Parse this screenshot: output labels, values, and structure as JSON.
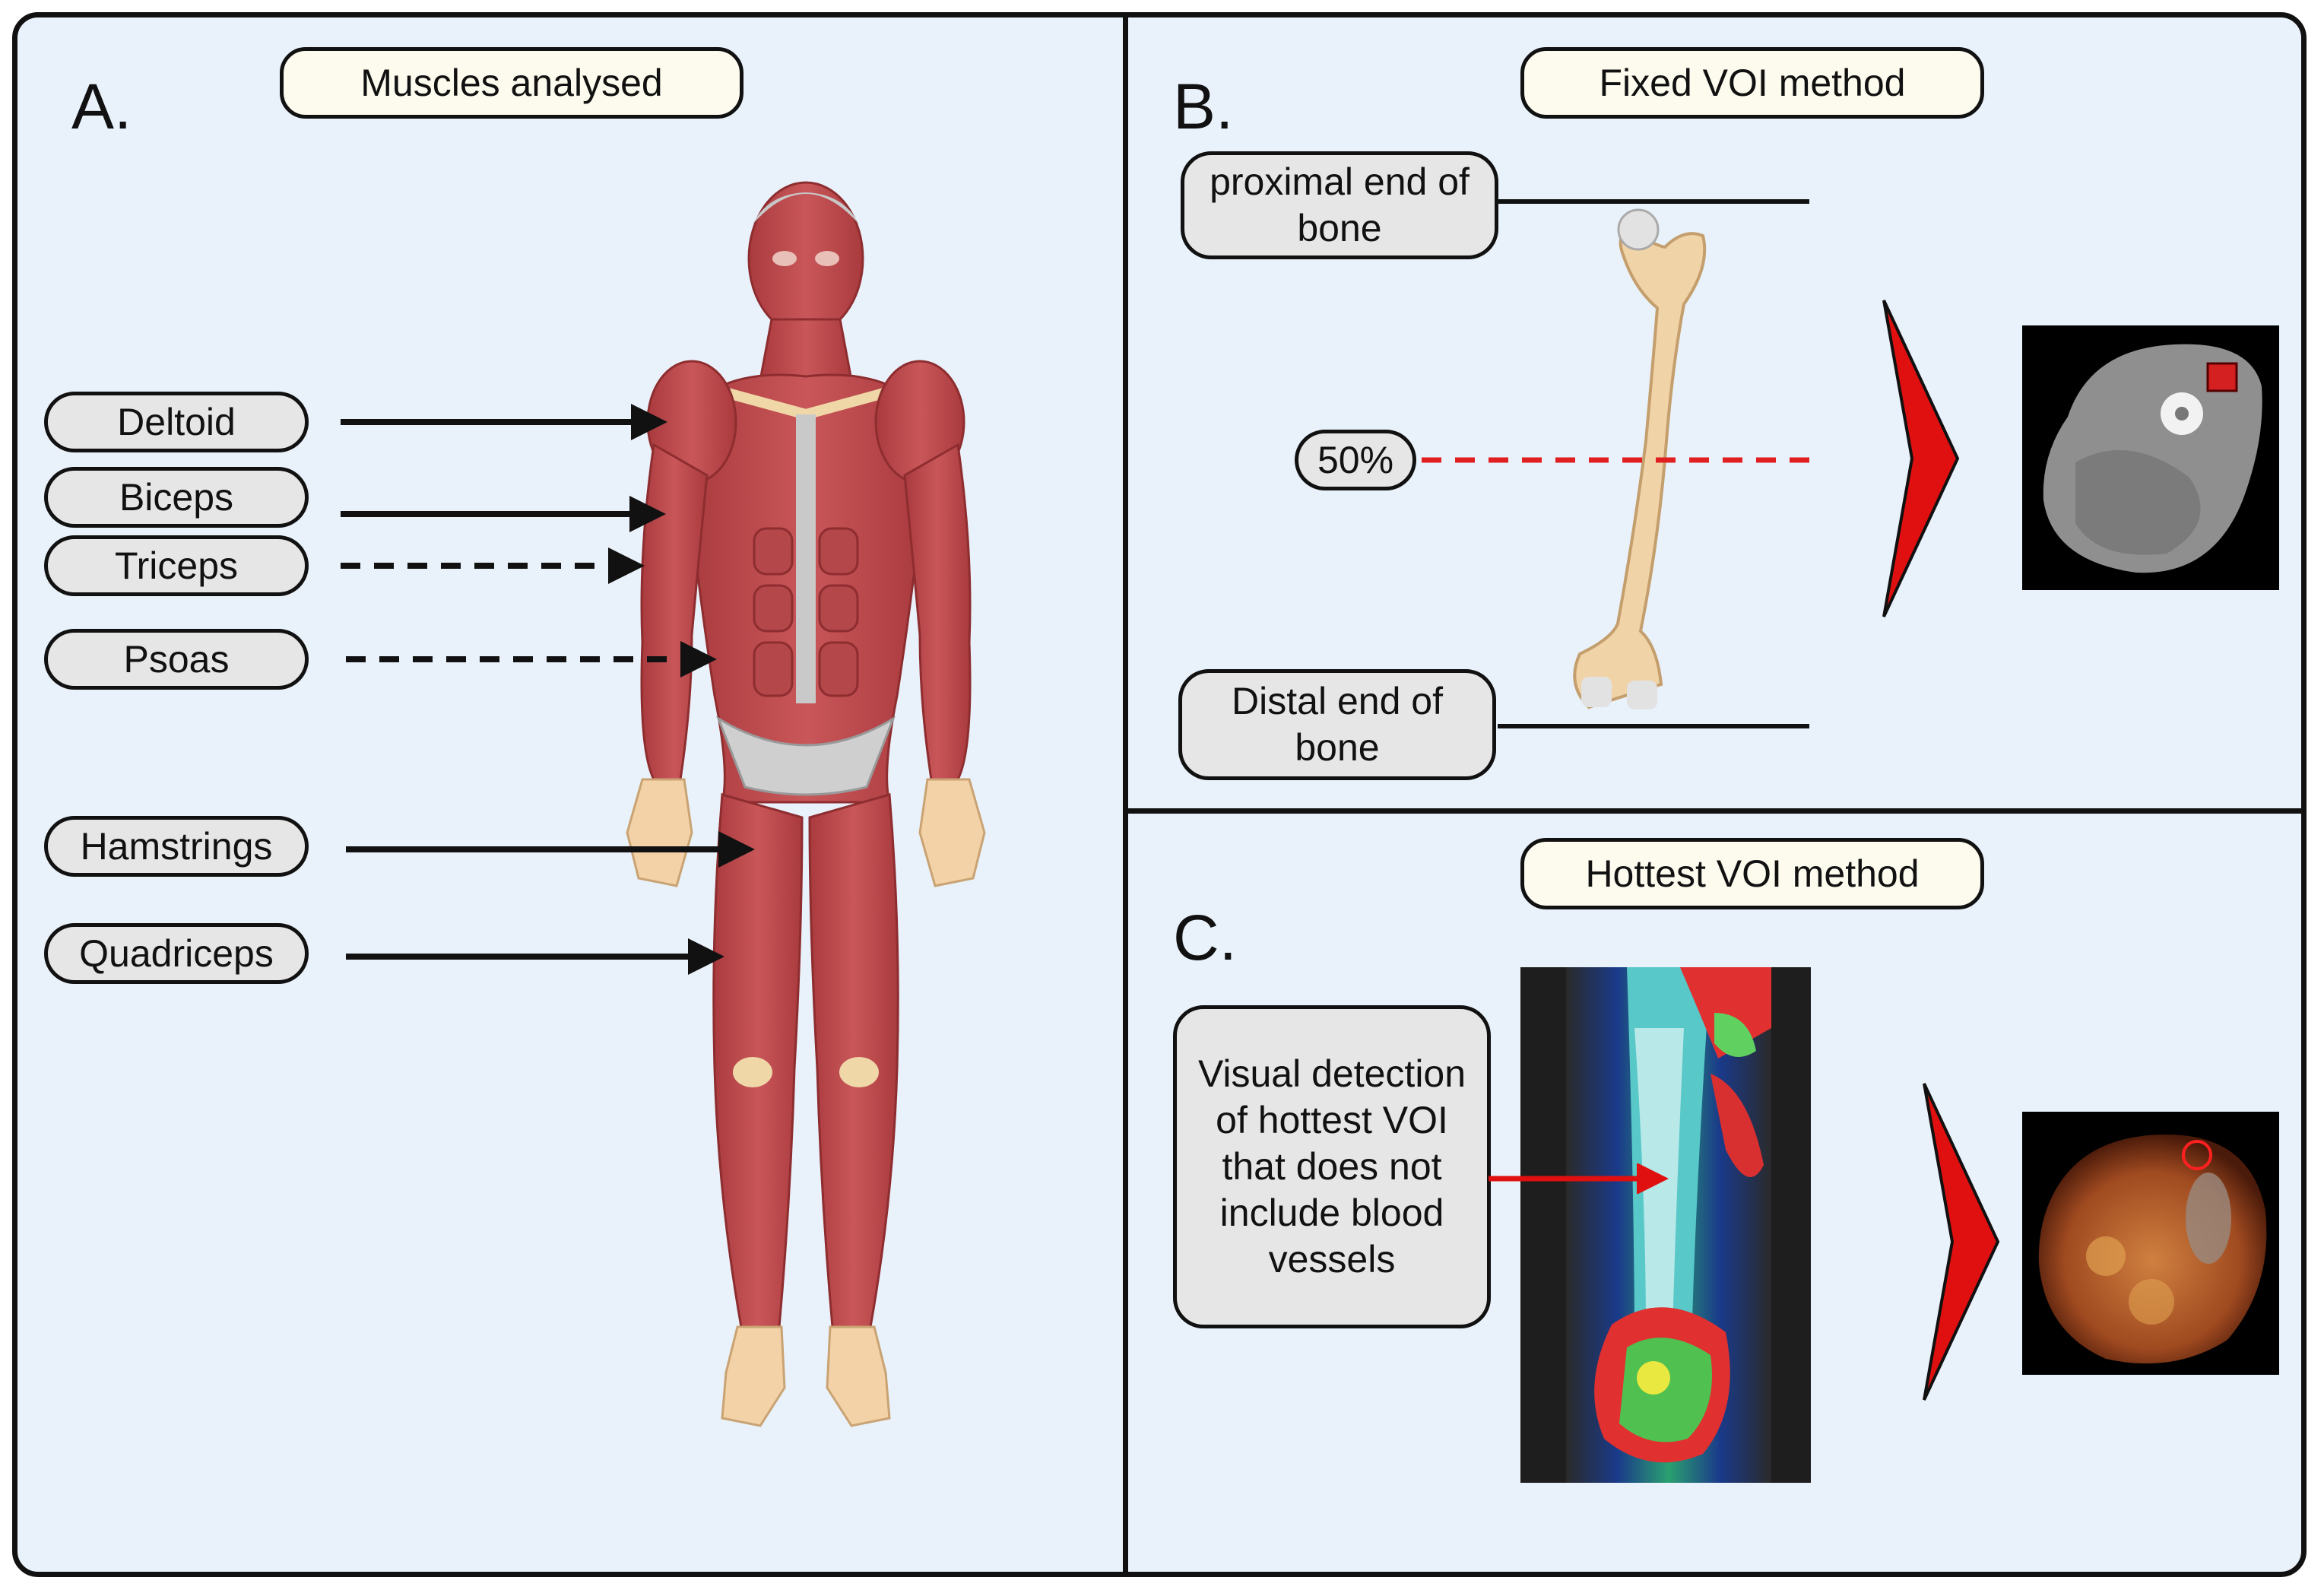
{
  "panel_a": {
    "letter": "A.",
    "title": "Muscles analysed",
    "labels": [
      "Deltoid",
      "Biceps",
      "Triceps",
      "Psoas",
      "Hamstrings",
      "Quadriceps"
    ]
  },
  "panel_b": {
    "letter": "B.",
    "title": "Fixed VOI method",
    "proximal_label": "proximal end of bone",
    "midpoint_label": "50%",
    "distal_label": "Distal end of bone"
  },
  "panel_c": {
    "letter": "C.",
    "title": "Hottest VOI method",
    "description": "Visual detection of hottest VOI that does not include blood vessels"
  },
  "colors": {
    "panel_background": "#e9f2fb",
    "title_pill": "#fdfaee",
    "label_pill": "#e6e6e6",
    "muscle": "#c0484a",
    "bone": "#f1d3a8",
    "midline": "#e02020",
    "chevron": "#e01010"
  },
  "icons": [
    "human-muscle-figure",
    "femur-bone-illustration",
    "ct-cross-section-image",
    "pet-ct-coronal-image",
    "pet-cross-section-image",
    "red-chevron-icon"
  ]
}
